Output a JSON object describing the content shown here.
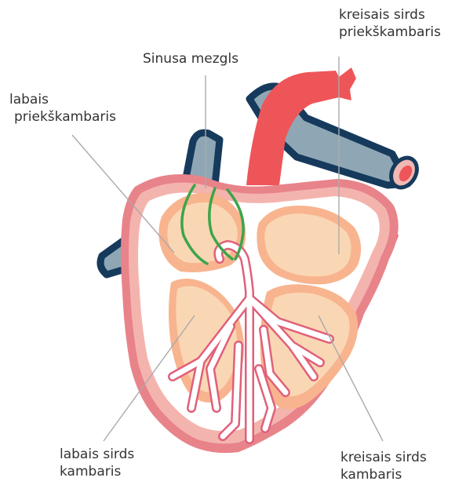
{
  "labels": {
    "left_atrium": [
      "kreisais sirds",
      "priekškambaris"
    ],
    "sinus_node": "Sinusa mezgls",
    "right_atrium": [
      "labais",
      "priekškambaris"
    ],
    "right_ventricle": [
      "labais sirds",
      "kambaris"
    ],
    "left_ventricle": [
      "kreisais sirds",
      "kambaris"
    ]
  },
  "colors": {
    "wall_outer": "#e8838a",
    "wall_inner": "#f4b4ae",
    "chamber_outer": "#f8b48e",
    "chamber_inner": "#fad7b4",
    "aorta": "#ee5559",
    "vessel_blue": "#8fa7b5",
    "vessel_dark": "#163a5c",
    "sinus_node": "#3ba54a",
    "leader_line": "#aaaaaa"
  }
}
